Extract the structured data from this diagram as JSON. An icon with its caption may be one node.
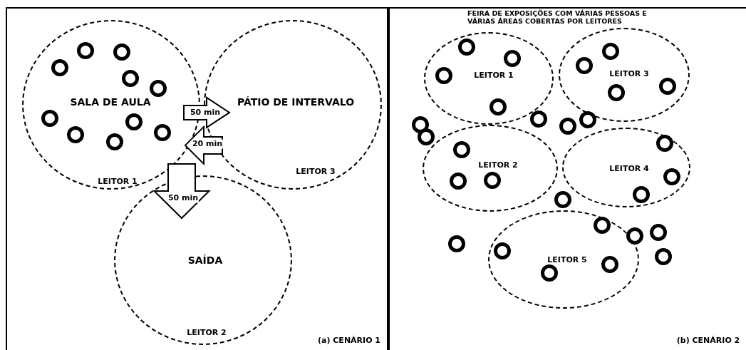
{
  "diagram": {
    "nodes": [
      {
        "text": [
          "(a) CENÁRIO 1"
        ]
      },
      {
        "text": [
          "SALA DE AULA",
          "LEITOR 1"
        ],
        "in": 0
      },
      {
        "text": [
          "PÁTIO DE INTERVALO",
          "LEITOR 3"
        ],
        "in": 0
      },
      {
        "text": [
          "SAÍDA",
          "LEITOR 2"
        ],
        "in": 0
      },
      {
        "text": [
          "FEIRA DE EXPOSIÇÕES COM VÁRIAS PESSOAS E VÁRIAS ÁREAS COBERTAS POR LEITORES",
          "(b) CENÁRIO 2"
        ]
      },
      {
        "text": [
          "LEITOR 1"
        ],
        "in": 4
      },
      {
        "text": [
          "LEITOR 3"
        ],
        "in": 4
      },
      {
        "text": [
          "LEITOR 2"
        ],
        "in": 4
      },
      {
        "text": [
          "LEITOR 4"
        ],
        "in": 4
      },
      {
        "text": [
          "LEITOR 5"
        ],
        "in": 4
      }
    ],
    "edges": [
      {
        "from": 1,
        "to": 2,
        "arrow": "to",
        "label": "50 min"
      },
      {
        "from": 2,
        "to": 1,
        "arrow": "to",
        "label": "20 min"
      },
      {
        "from": 1,
        "to": 3,
        "arrow": "to",
        "label": "50 min"
      }
    ]
  }
}
